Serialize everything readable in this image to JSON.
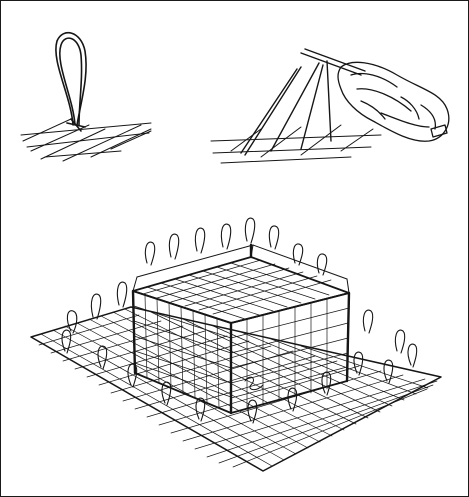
{
  "figure": {
    "panels": [
      {
        "name": "snare-loop-in-ground"
      },
      {
        "name": "bait-on-stick-trigger"
      },
      {
        "name": "mesh-cage-trap-with-loops"
      }
    ],
    "colors": {
      "ink": "#161616",
      "paper": "#ffffff",
      "border": "#1a1a1a"
    }
  }
}
